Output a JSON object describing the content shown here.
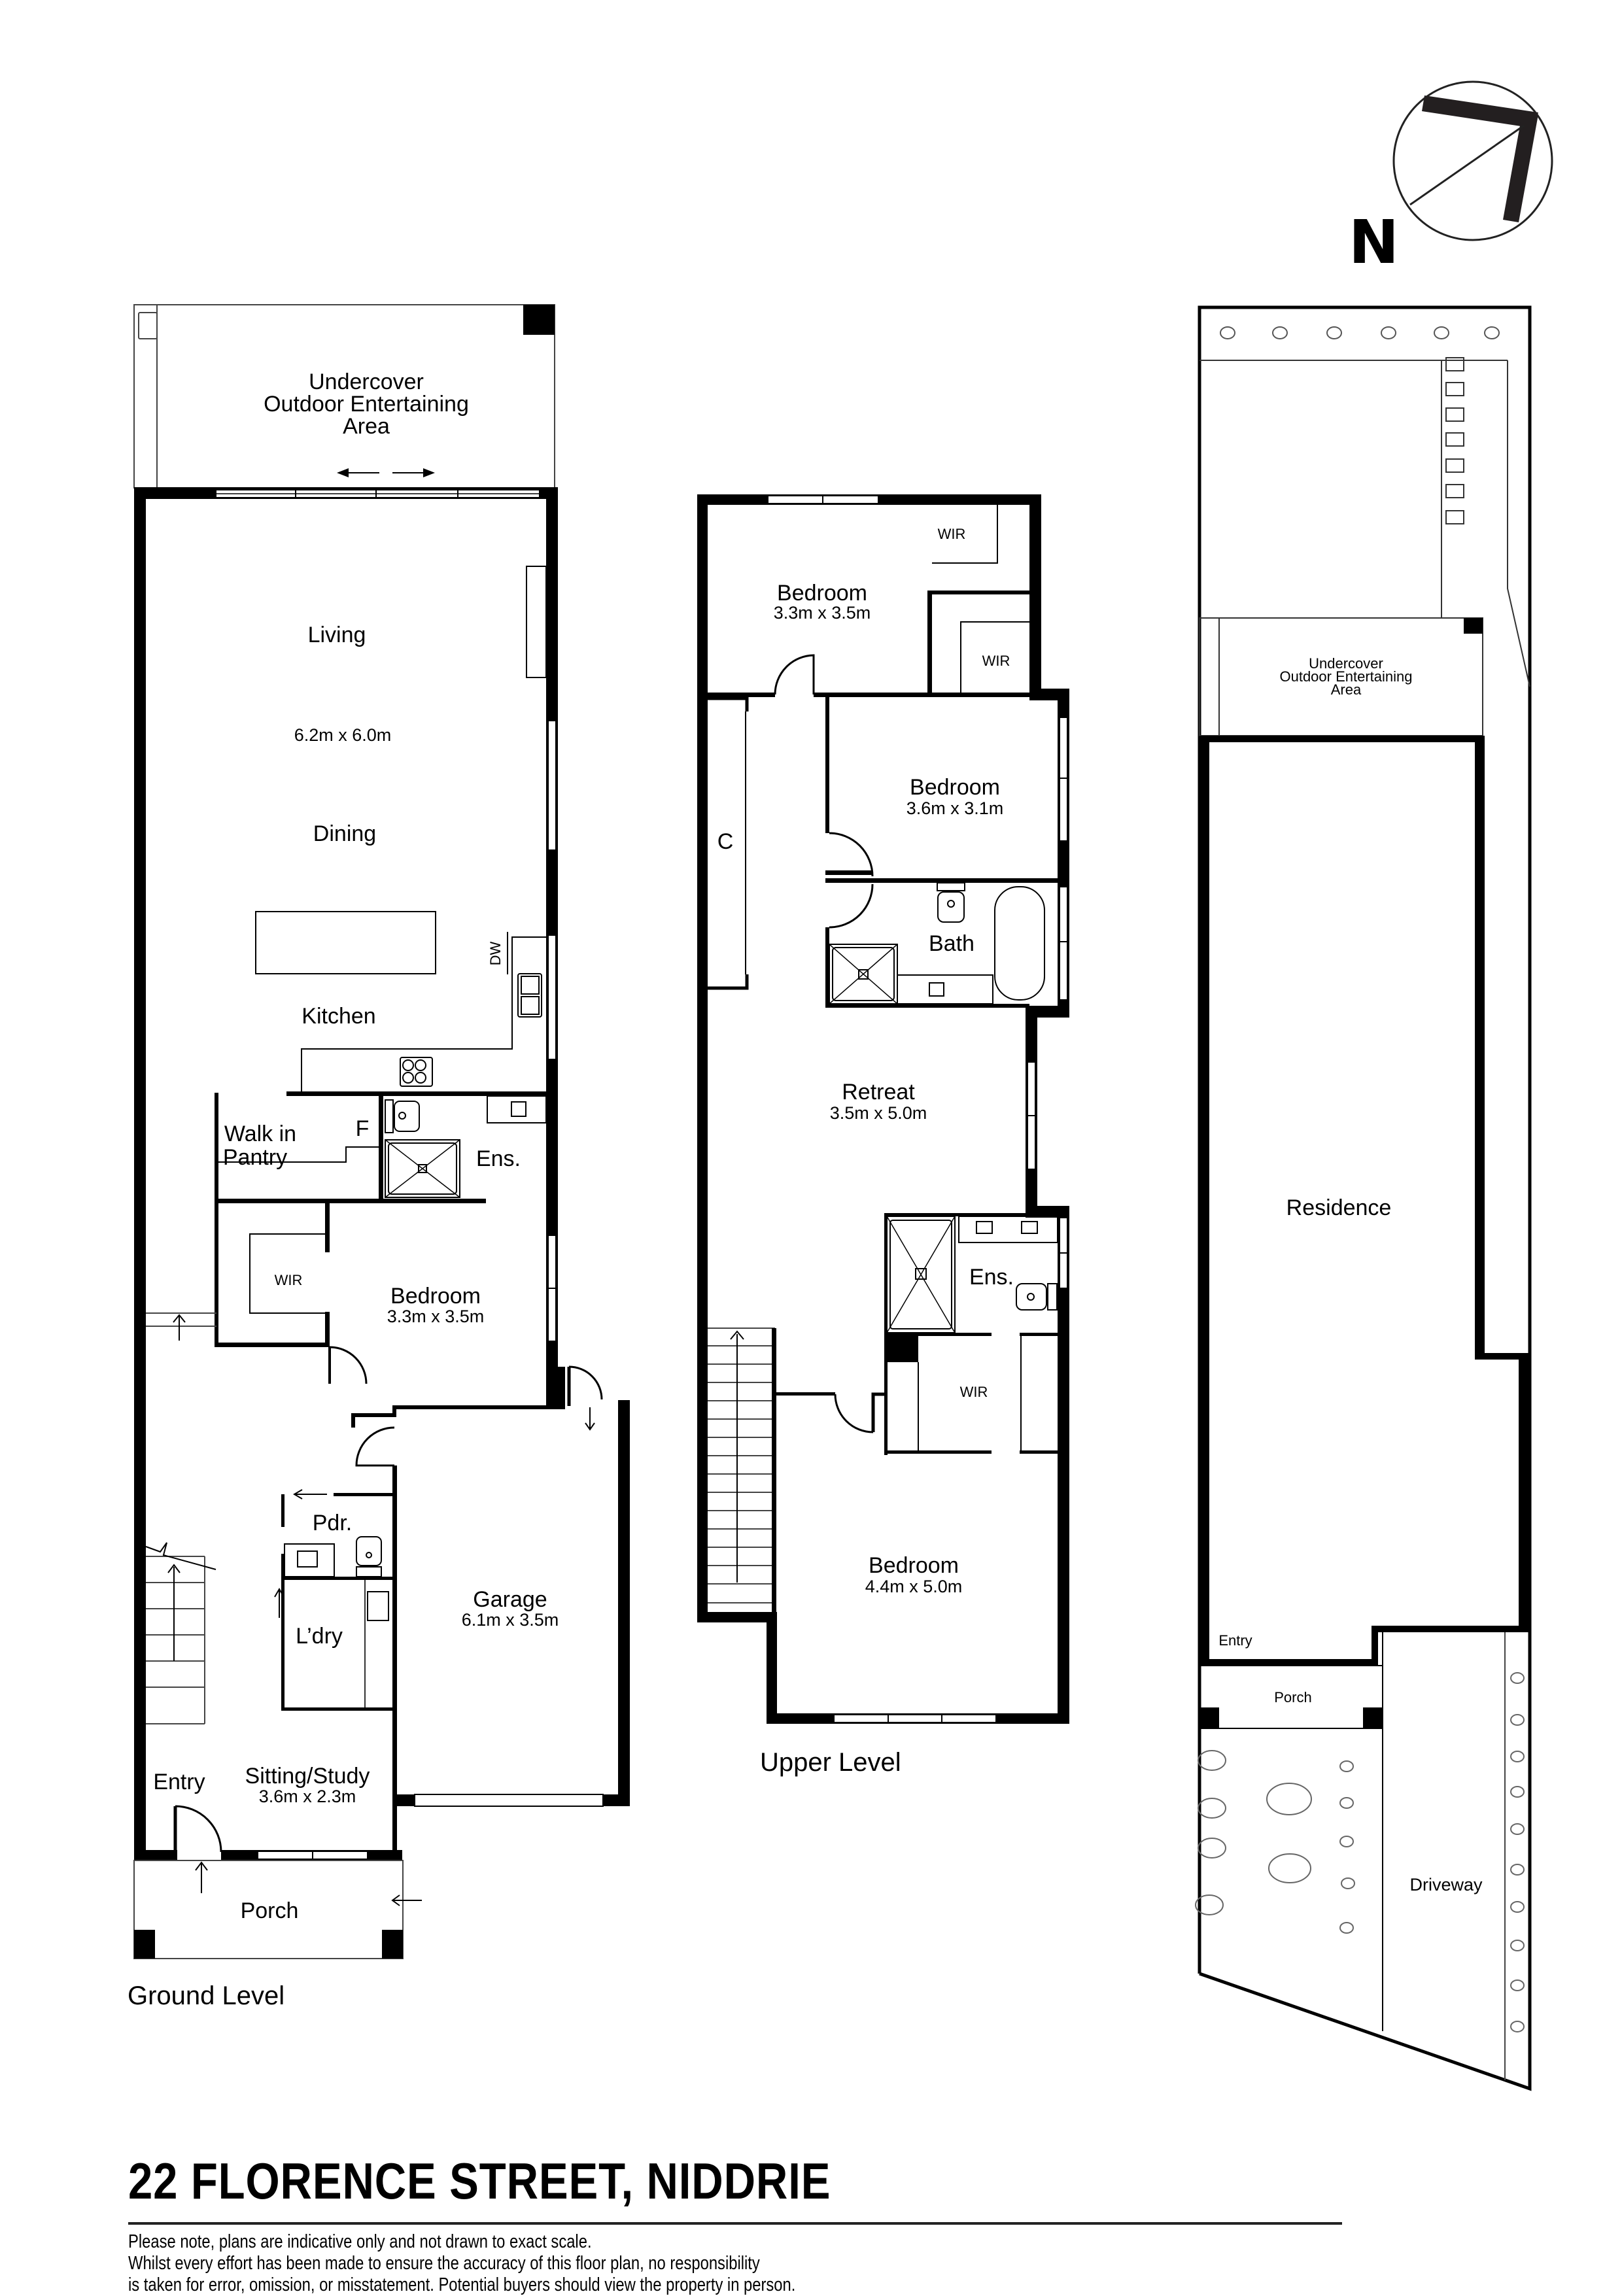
{
  "property": {
    "address_title": "22 FLORENCE STREET, NIDDRIE",
    "disclaimer_lines": [
      "Please note, plans are indicative only and not drawn to exact scale.",
      "Whilst every effort has been made to ensure the accuracy of this floor plan, no responsibility",
      "is taken for error, omission, or misstatement. Potential buyers should view the property in person."
    ]
  },
  "compass": {
    "label": "N",
    "icon": "north-arrow-icon"
  },
  "ground_level": {
    "level_label": "Ground Level",
    "rooms": {
      "outdoor": {
        "line1": "Undercover",
        "line2": "Outdoor Entertaining",
        "line3": "Area"
      },
      "living": {
        "name": "Living",
        "dims": "6.2m x 6.0m"
      },
      "dining": {
        "name": "Dining"
      },
      "kitchen": {
        "name": "Kitchen",
        "appliance_dw": "DW"
      },
      "pantry": {
        "line1": "Walk in",
        "line2": "Pantry",
        "fridge": "F"
      },
      "ensuite": {
        "name": "Ens."
      },
      "wir": {
        "name": "WIR"
      },
      "bedroom": {
        "name": "Bedroom",
        "dims": "3.3m x 3.5m"
      },
      "powder": {
        "name": "Pdr."
      },
      "laundry": {
        "name": "L’dry"
      },
      "garage": {
        "name": "Garage",
        "dims": "6.1m x 3.5m"
      },
      "entry": {
        "name": "Entry"
      },
      "sitting": {
        "name": "Sitting/Study",
        "dims": "3.6m x 2.3m"
      },
      "porch": {
        "name": "Porch"
      }
    }
  },
  "upper_level": {
    "level_label": "Upper Level",
    "rooms": {
      "bedroom_1": {
        "name": "Bedroom",
        "dims": "3.3m x 3.5m"
      },
      "wir_1": {
        "name": "WIR"
      },
      "wir_2": {
        "name": "WIR"
      },
      "bedroom_2": {
        "name": "Bedroom",
        "dims": "3.6m x 3.1m"
      },
      "bath": {
        "name": "Bath"
      },
      "linen": {
        "name": "C"
      },
      "retreat": {
        "name": "Retreat",
        "dims": "3.5m x 5.0m"
      },
      "ensuite": {
        "name": "Ens."
      },
      "wir_3": {
        "name": "WIR"
      },
      "bedroom_3": {
        "name": "Bedroom",
        "dims": "4.4m x 5.0m"
      }
    }
  },
  "site_plan": {
    "outdoor": {
      "line1": "Undercover",
      "line2": "Outdoor Entertaining",
      "line3": "Area"
    },
    "residence": "Residence",
    "entry": "Entry",
    "porch": "Porch",
    "driveway": "Driveway"
  }
}
